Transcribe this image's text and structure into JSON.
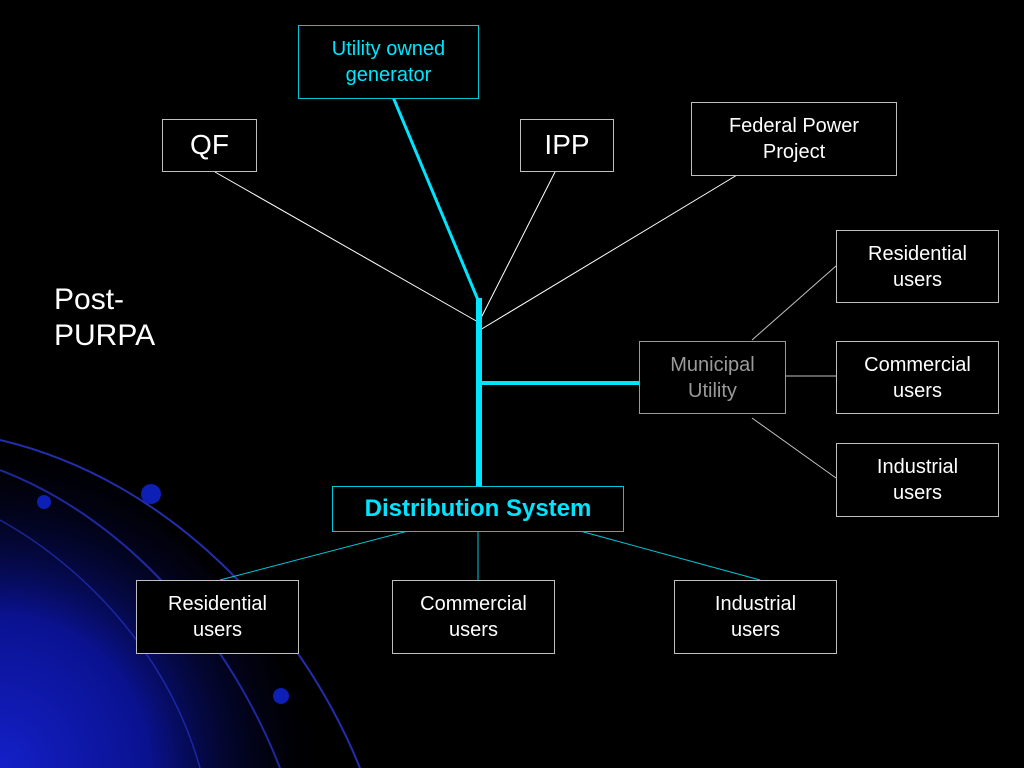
{
  "side_label": "Post-\nPURPA",
  "nodes": {
    "utility_generator": "Utility owned\ngenerator",
    "qf": "QF",
    "ipp": "IPP",
    "federal": "Federal Power\nProject",
    "municipal": "Municipal\nUtility",
    "distribution": "Distribution System",
    "mu_residential": "Residential\nusers",
    "mu_commercial": "Commercial\nusers",
    "mu_industrial": "Industrial\nusers",
    "ds_residential": "Residential\nusers",
    "ds_commercial": "Commercial\nusers",
    "ds_industrial": "Industrial\nusers"
  },
  "colors": {
    "background": "#000000",
    "accent": "#00e5ff",
    "line": "#ffffff",
    "muted": "#9a9a9a",
    "decor_blue": "#0a1a9e"
  }
}
